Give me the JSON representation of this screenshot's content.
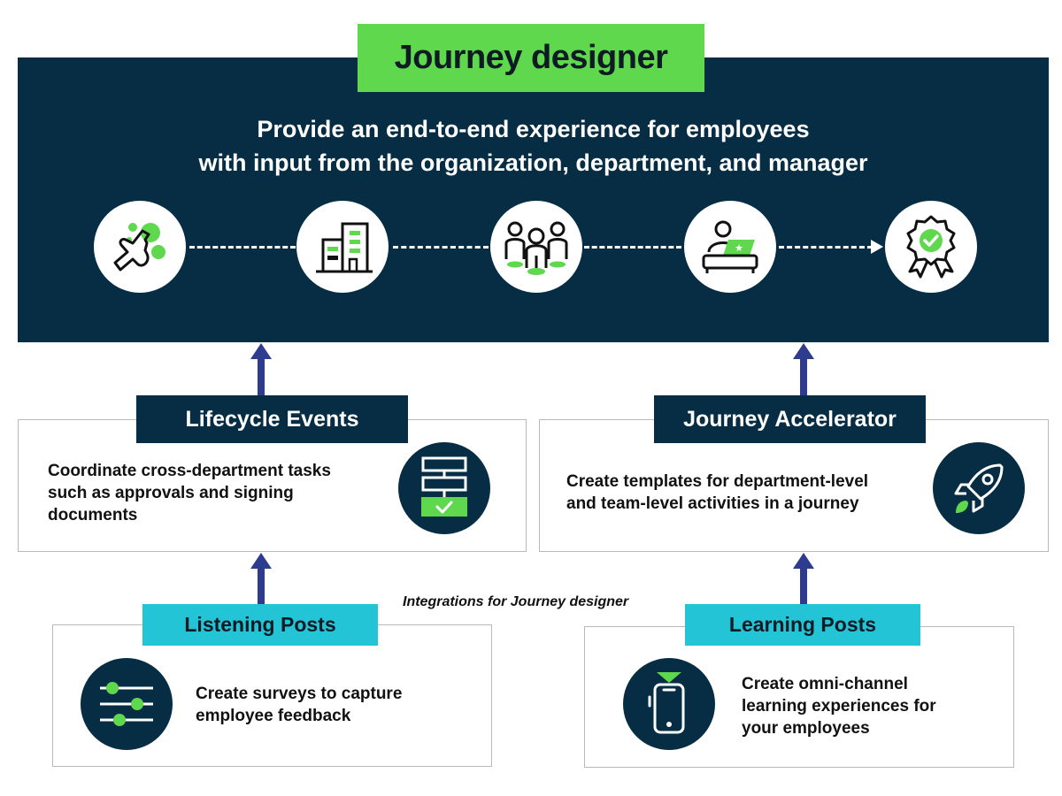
{
  "title": "Journey designer",
  "subtitle": {
    "line1": "Provide an end-to-end experience for employees",
    "line2": "with input from the organization, department, and manager"
  },
  "journey_steps": [
    {
      "icon": "hand-pointer-icon"
    },
    {
      "icon": "building-icon"
    },
    {
      "icon": "team-icon"
    },
    {
      "icon": "laptop-user-icon"
    },
    {
      "icon": "award-badge-icon"
    }
  ],
  "lifecycle_events": {
    "title": "Lifecycle Events",
    "description_lines": [
      "Coordinate cross-department tasks",
      "such as approvals and signing",
      "documents"
    ],
    "icon": "workflow-icon"
  },
  "journey_accelerator": {
    "title": "Journey Accelerator",
    "description_lines": [
      "Create templates for department-level",
      "and team-level activities in a journey"
    ],
    "icon": "rocket-icon"
  },
  "integrations_caption": "Integrations for Journey designer",
  "listening_posts": {
    "title": "Listening Posts",
    "description_lines": [
      "Create surveys to capture",
      "employee feedback"
    ],
    "icon": "sliders-icon"
  },
  "learning_posts": {
    "title": "Learning Posts",
    "description_lines": [
      "Create omni-channel",
      "learning experiences for",
      "your employees"
    ],
    "icon": "mobile-phone-icon"
  },
  "colors": {
    "navy": "#062d44",
    "green": "#5fd84e",
    "teal": "#23c4d6",
    "arrow_blue": "#2e3c8f"
  }
}
